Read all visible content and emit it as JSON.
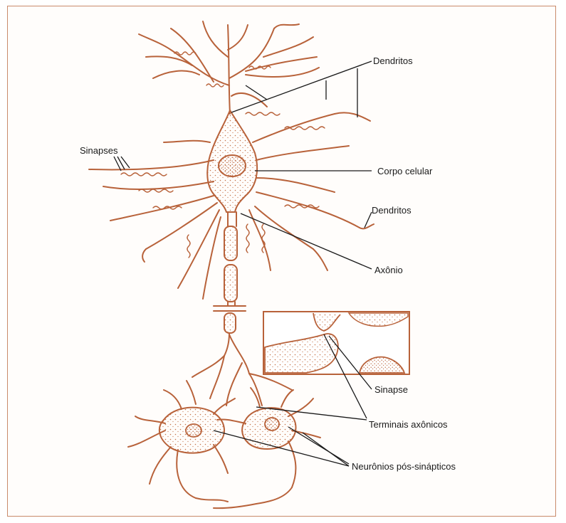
{
  "labels": {
    "dendritos_top": "Dendritos",
    "sinapses": "Sinapses",
    "corpo_celular": "Corpo celular",
    "dendritos_right": "Dendritos",
    "axonio": "Axônio",
    "sinapse": "Sinapse",
    "terminais": "Terminais axônicos",
    "pos_sinapticos": "Neurônios pós-sinápticos"
  },
  "colors": {
    "ink": "#b8623a",
    "stipple": "#c4744a",
    "label": "#1a1a1a",
    "border": "#c98a6a"
  }
}
